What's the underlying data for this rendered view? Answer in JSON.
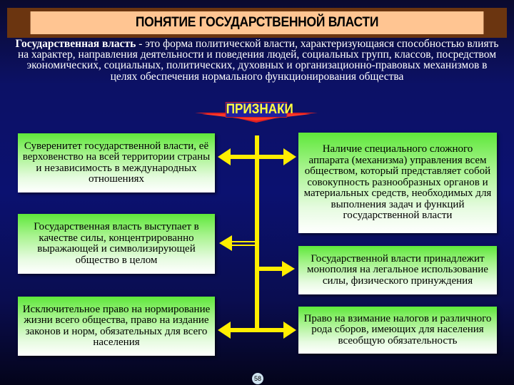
{
  "title": "ПОНЯТИЕ ГОСУДАРСТВЕННОЙ ВЛАСТИ",
  "definition": {
    "term": "Государственная власть",
    "text": " - это форма политической власти, характеризующаяся способностью влиять на характер, направления деятельности и поведения людей, социальных групп, классов, посредством экономических, социальных, политических, духовных и организационно-правовых механизмов в целях обеспечения нормального функционирования общества"
  },
  "signs_label": "ПРИЗНАКИ",
  "signs": {
    "left": [
      "Суверенитет государственной власти, её верховенство на всей территории страны и независимость в международных отношениях",
      "Государственная власть выступает в качестве силы, концентрированно выражающей и символизирующей общество в целом",
      "Исключительное право на нормирование жизни всего общества, право на издание законов и норм, обязательных для всего населения"
    ],
    "right": [
      "Наличие специального сложного аппарата (механизма) управления всем обществом, который представляет собой совокупность разнообразных органов и материальных средств, необходимых для выполнения задач и функций государственной власти",
      "Государственной власти принадлежит монополия на легальное использование силы, физического принуждения",
      "Право на взимание налогов и различного рода сборов, имеющих для населения всеобщую обязательность"
    ]
  },
  "page_number": "58",
  "colors": {
    "title_frame": "#6b3510",
    "title_fill": "#ffc592",
    "background": "#0c1166",
    "box_top": "#5ee83a",
    "box_bottom": "#ffffff",
    "connector": "#ffee00",
    "banner_red": "#e02020",
    "banner_text": "#ffff40"
  }
}
